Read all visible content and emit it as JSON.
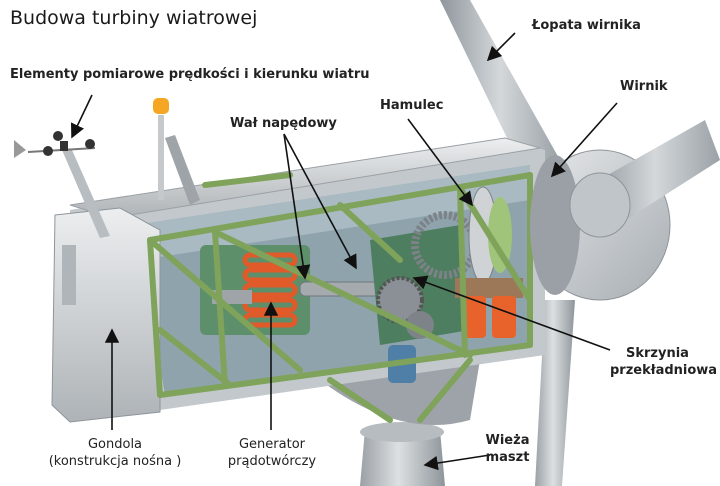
{
  "title": "Budowa turbiny wiatrowej",
  "labels": {
    "anemometer": "Elementy pomiarowe prędkości i kierunku wiatru",
    "blade": "Łopata wirnika",
    "rotor": "Wirnik",
    "brake": "Hamulec",
    "shaft": "Wał napędowy",
    "gearbox_line1": "Skrzynia",
    "gearbox_line2": "przekładniowa",
    "tower_line1": "Wieża",
    "tower_line2": "maszt",
    "generator_line1": "Generator",
    "generator_line2": "prądotwórczy",
    "nacelle_line1": "Gondola",
    "nacelle_line2": "(konstrukcja nośna )"
  },
  "colors": {
    "frame_green": "#7fa35a",
    "nacelle_gray": "#c9cdd0",
    "generator_red": "#e05a2a",
    "transformer_orange": "#e8632c",
    "beacon_orange": "#f5a623",
    "rotor_gray": "#b9bec3",
    "arrow": "#111111"
  }
}
